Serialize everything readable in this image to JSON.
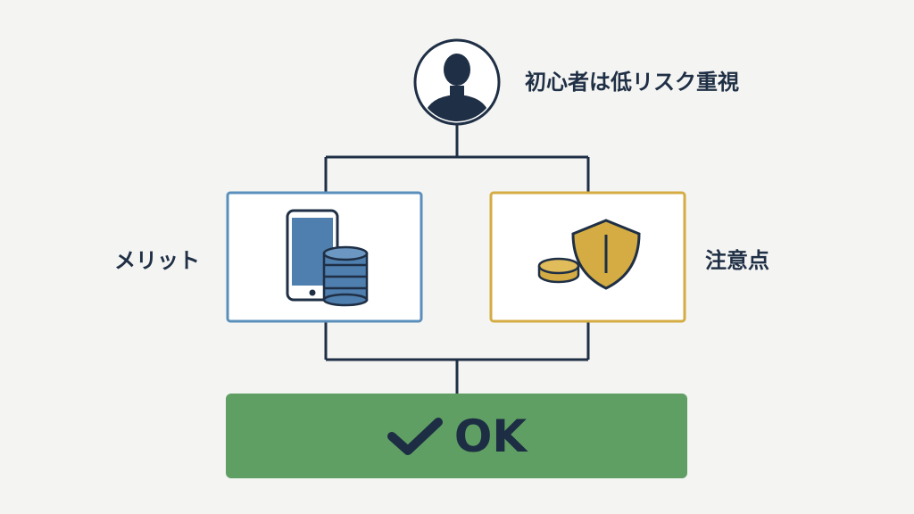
{
  "top_node": {
    "label": "初心者は低リスク重視",
    "icon": "person-icon"
  },
  "left_box": {
    "label": "メリット",
    "icons": [
      "smartphone-icon",
      "coin-stack-icon"
    ],
    "border_color": "#5a8fbb"
  },
  "right_box": {
    "label": "注意点",
    "icons": [
      "coin-icon",
      "shield-icon"
    ],
    "border_color": "#d4ac43"
  },
  "result": {
    "label": "OK",
    "icon": "checkmark-icon",
    "color": "#5f9f63"
  },
  "colors": {
    "line": "#1f2f45",
    "icon_dark": "#1f2f45",
    "icon_blue": "#4f7fae",
    "icon_gold": "#d4ac43"
  }
}
